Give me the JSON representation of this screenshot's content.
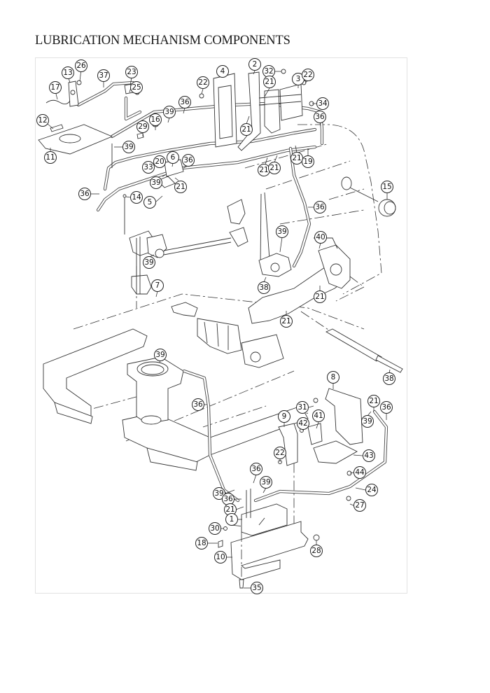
{
  "title": "LUBRICATION MECHANISM COMPONENTS",
  "callouts": [
    {
      "id": "c1",
      "label": "26"
    },
    {
      "id": "c2",
      "label": "13"
    },
    {
      "id": "c3",
      "label": "37"
    },
    {
      "id": "c4",
      "label": "23"
    },
    {
      "id": "c5",
      "label": "25"
    },
    {
      "id": "c6",
      "label": "17"
    },
    {
      "id": "c7",
      "label": "12"
    },
    {
      "id": "c8",
      "label": "11"
    },
    {
      "id": "c9",
      "label": "16"
    },
    {
      "id": "c10",
      "label": "29"
    },
    {
      "id": "c11",
      "label": "39"
    },
    {
      "id": "c12",
      "label": "39"
    },
    {
      "id": "c13",
      "label": "36"
    },
    {
      "id": "c14",
      "label": "22"
    },
    {
      "id": "c15",
      "label": "4"
    },
    {
      "id": "c16",
      "label": "2"
    },
    {
      "id": "c17",
      "label": "32"
    },
    {
      "id": "c18",
      "label": "21"
    },
    {
      "id": "c19",
      "label": "3"
    },
    {
      "id": "c20",
      "label": "22"
    },
    {
      "id": "c21",
      "label": "34"
    },
    {
      "id": "c22",
      "label": "36"
    },
    {
      "id": "c23",
      "label": "21"
    },
    {
      "id": "c24",
      "label": "21"
    },
    {
      "id": "c25",
      "label": "19"
    },
    {
      "id": "c26",
      "label": "21"
    },
    {
      "id": "c27",
      "label": "21"
    },
    {
      "id": "c28",
      "label": "20"
    },
    {
      "id": "c29",
      "label": "6"
    },
    {
      "id": "c30",
      "label": "36"
    },
    {
      "id": "c31",
      "label": "33"
    },
    {
      "id": "c32",
      "label": "39"
    },
    {
      "id": "c33",
      "label": "21"
    },
    {
      "id": "c34",
      "label": "36"
    },
    {
      "id": "c35",
      "label": "14"
    },
    {
      "id": "c36",
      "label": "5"
    },
    {
      "id": "c37",
      "label": "15"
    },
    {
      "id": "c38",
      "label": "36"
    },
    {
      "id": "c39",
      "label": "39"
    },
    {
      "id": "c40",
      "label": "40"
    },
    {
      "id": "c41",
      "label": "39"
    },
    {
      "id": "c42",
      "label": "7"
    },
    {
      "id": "c43",
      "label": "38"
    },
    {
      "id": "c44",
      "label": "21"
    },
    {
      "id": "c45",
      "label": "21"
    },
    {
      "id": "c46",
      "label": "39"
    },
    {
      "id": "c47",
      "label": "38"
    },
    {
      "id": "c48",
      "label": "8"
    },
    {
      "id": "c49",
      "label": "36"
    },
    {
      "id": "c50",
      "label": "31"
    },
    {
      "id": "c51",
      "label": "21"
    },
    {
      "id": "c52",
      "label": "36"
    },
    {
      "id": "c53",
      "label": "9"
    },
    {
      "id": "c54",
      "label": "41"
    },
    {
      "id": "c55",
      "label": "39"
    },
    {
      "id": "c56",
      "label": "42"
    },
    {
      "id": "c57",
      "label": "22"
    },
    {
      "id": "c58",
      "label": "43"
    },
    {
      "id": "c59",
      "label": "44"
    },
    {
      "id": "c60",
      "label": "36"
    },
    {
      "id": "c61",
      "label": "39"
    },
    {
      "id": "c62",
      "label": "39"
    },
    {
      "id": "c63",
      "label": "24"
    },
    {
      "id": "c64",
      "label": "36"
    },
    {
      "id": "c65",
      "label": "21"
    },
    {
      "id": "c66",
      "label": "27"
    },
    {
      "id": "c67",
      "label": "1"
    },
    {
      "id": "c68",
      "label": "30"
    },
    {
      "id": "c69",
      "label": "18"
    },
    {
      "id": "c70",
      "label": "28"
    },
    {
      "id": "c71",
      "label": "10"
    },
    {
      "id": "c72",
      "label": "35"
    }
  ]
}
